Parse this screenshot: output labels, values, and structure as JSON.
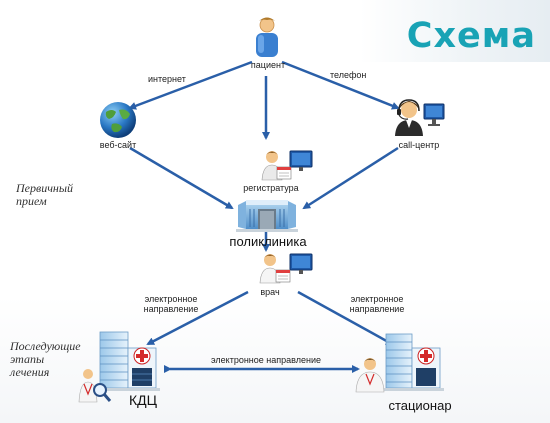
{
  "title": "Схема",
  "nodes": {
    "patient": "пациент",
    "website": "веб-сайт",
    "callcenter": "call-центр",
    "registry": "регистратура",
    "clinic": "поликлиника",
    "doctor": "врач",
    "kdc": "КДЦ",
    "hospital": "стационар"
  },
  "edges": {
    "internet": "интернет",
    "phone": "телефон",
    "e_referral_left_1": "электронное",
    "e_referral_left_2": "направление",
    "e_referral_right_1": "электронное",
    "e_referral_right_2": "направление",
    "e_referral_bottom": "электронное направление"
  },
  "sections": {
    "primary_1": "Первичный",
    "primary_2": "прием",
    "followup_1": "Последующие",
    "followup_2": "этапы",
    "followup_3": "лечения"
  },
  "colors": {
    "title": "#19a3b5",
    "arrow": "#2a5fa8",
    "person_blue": "#3a7fd0",
    "skin": "#f2c48a"
  }
}
